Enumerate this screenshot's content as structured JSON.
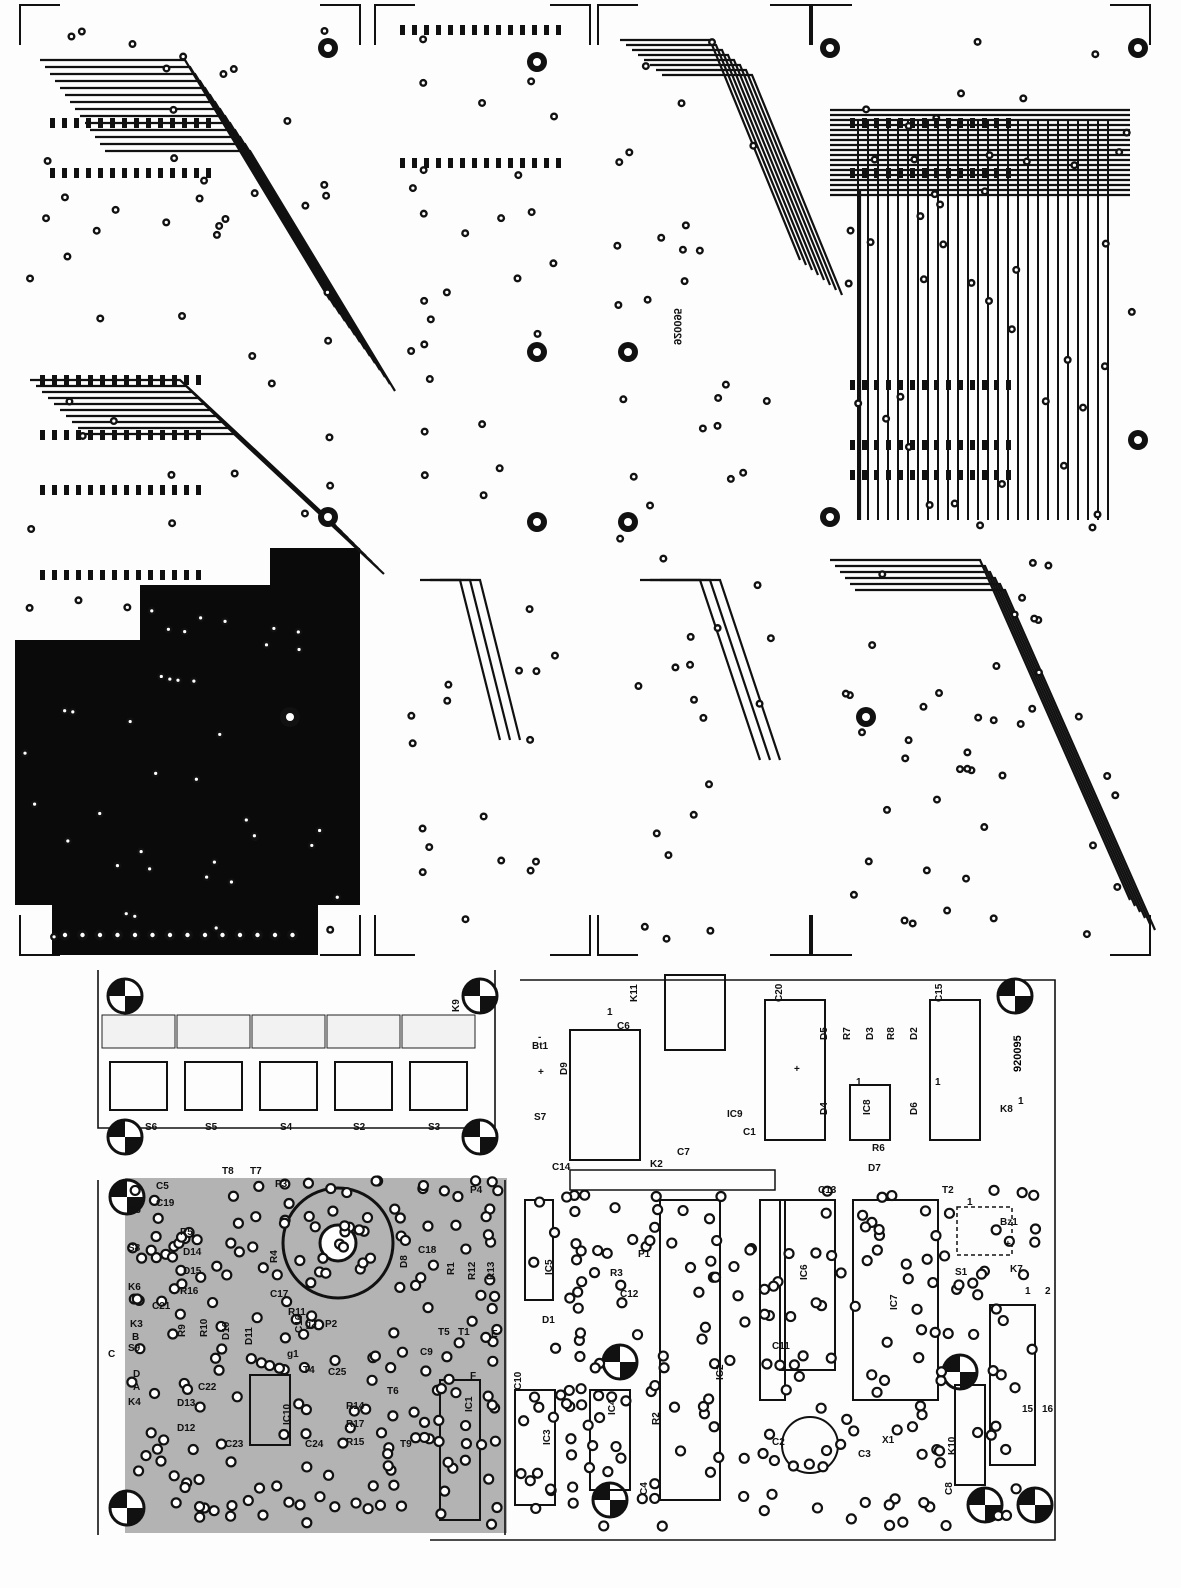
{
  "figure": {
    "copper_side_code": "920095",
    "component_side_code": "920095"
  },
  "components": [
    "S6",
    "S5",
    "S4",
    "S2",
    "S3",
    "K9",
    "C5",
    "C19",
    "T8",
    "T7",
    "P3",
    "P4",
    "K5",
    "R5",
    "S8",
    "D14",
    "D15",
    "K6",
    "R16",
    "C17",
    "C18",
    "C21",
    "R11",
    "K3",
    "B",
    "S9",
    "C16",
    "g2",
    "P2",
    "T5",
    "T1",
    "C9",
    "C",
    "g1",
    "T4",
    "C25",
    "D",
    "A",
    "K4",
    "C22",
    "T6",
    "R14",
    "R17",
    "C23",
    "C24",
    "R15",
    "D13",
    "D12",
    "IC10",
    "IC1",
    "R9",
    "R10",
    "D10",
    "D11",
    "D8",
    "R1",
    "R12",
    "R13",
    "R4",
    "K11",
    "C6",
    "Bt1",
    "D9",
    "S7",
    "IC9",
    "C20",
    "D5",
    "R7",
    "D3",
    "R8",
    "D2",
    "C15",
    "D4",
    "IC8",
    "D6",
    "K8",
    "C1",
    "C7",
    "R6",
    "D7",
    "C14",
    "K2",
    "C13",
    "T2",
    "IC5",
    "P1",
    "R3",
    "C12",
    "IC6",
    "IC7",
    "Bz1",
    "S1",
    "K7",
    "D1",
    "IC2",
    "C11",
    "C10",
    "IC3",
    "IC4",
    "R2",
    "K10",
    "C8",
    "C4",
    "C2",
    "X1",
    "C3",
    "T9",
    "E",
    "F"
  ],
  "pin_labels": [
    "1",
    "2",
    "15",
    "16",
    "1",
    "1",
    "1",
    "1",
    "1",
    "+",
    "-",
    "+",
    "+"
  ]
}
